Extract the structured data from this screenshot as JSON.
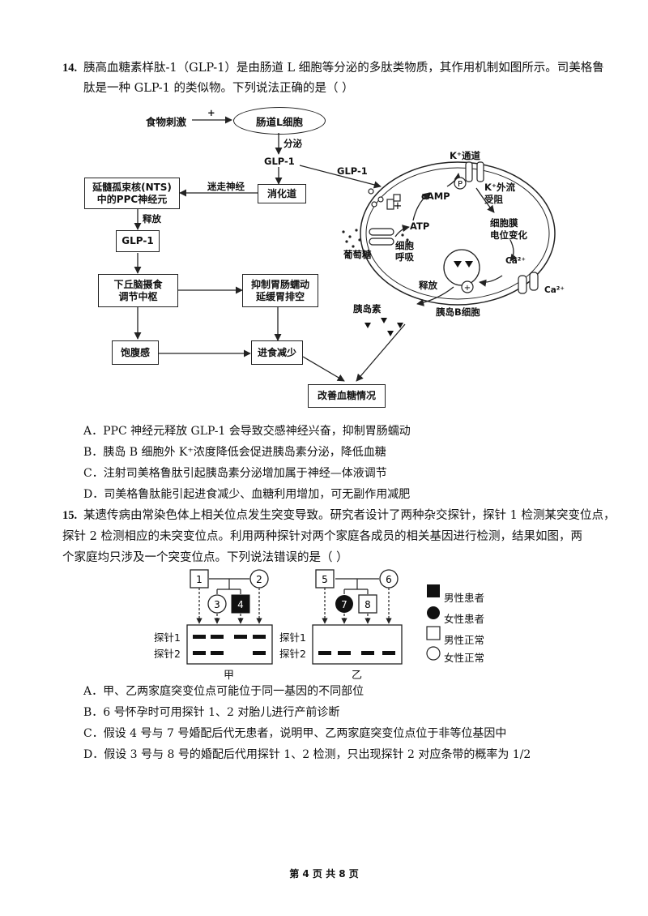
{
  "q14": {
    "number": "14.",
    "stem_line1": "胰高血糖素样肽-1（GLP-1）是由肠道 L 细胞等分泌的多肽类物质，其作用机制如图所示。司美格鲁",
    "stem_line2": "肽是一种 GLP-1 的类似物。下列说法正确的是（        ）",
    "diagram": {
      "food_stimulus": "食物刺激",
      "plus": "+",
      "l_cell": "肠道L细胞",
      "secrete": "分泌",
      "glp1": "GLP-1",
      "vagus": "迷走神经",
      "digestive_tract": "消化道",
      "nts_line1": "延髓孤束核(NTS)",
      "nts_line2": "中的PPC神经元",
      "release": "释放",
      "glp1_box": "GLP-1",
      "hypothalamus_line1": "下丘脑摄食",
      "hypothalamus_line2": "调节中枢",
      "inhibit_line1": "抑制胃肠蠕动",
      "inhibit_line2": "延缓胃排空",
      "satiety": "饱腹感",
      "reduced_intake": "进食减少",
      "improve": "改善血糖情况",
      "glp1_right": "GLP-1",
      "k_channel": "K⁺通道",
      "p": "P",
      "camp": "cAMP",
      "k_efflux_line1": "K⁺外流",
      "k_efflux_line2": "受阻",
      "atp": "ATP",
      "membrane_line1": "细胞膜",
      "membrane_line2": "电位变化",
      "resp_line1": "细胞",
      "resp_line2": "呼吸",
      "glucose": "葡萄糖",
      "ca1": "Ca²⁺",
      "ca2": "Ca²⁺",
      "release2": "释放",
      "insulin": "胰岛素",
      "b_cell": "胰岛B细胞"
    },
    "options": [
      "A．PPC 神经元释放 GLP-1 会导致交感神经兴奋，抑制胃肠蠕动",
      "B．胰岛 B 细胞外 K⁺浓度降低会促进胰岛素分泌，降低血糖",
      "C．注射司美格鲁肽引起胰岛素分泌增加属于神经—体液调节",
      "D．司美格鲁肽能引起进食减少、血糖利用增加，可无副作用减肥"
    ]
  },
  "q15": {
    "number": "15.",
    "stem_line1": "某遗传病由常染色体上相关位点发生突变导致。研究者设计了两种杂交探针，探针 1 检测某突变位点，",
    "stem_line2": "探针 2 检测相应的未突变位点。利用两种探针对两个家庭各成员的相关基因进行检测，结果如图，两",
    "stem_line3": "个家庭均只涉及一个突变位点。下列说法错误的是（        ）",
    "diagram": {
      "p1": "1",
      "p2": "2",
      "p3": "3",
      "p4": "4",
      "p5": "5",
      "p6": "6",
      "p7": "7",
      "p8": "8",
      "probe1": "探针1",
      "probe2": "探针2",
      "family_a": "甲",
      "family_b": "乙",
      "legend_male_patient": "男性患者",
      "legend_female_patient": "女性患者",
      "legend_male_normal": "男性正常",
      "legend_female_normal": "女性正常"
    },
    "options": [
      "A．甲、乙两家庭突变位点可能位于同一基因的不同部位",
      "B．6 号怀孕时可用探针 1、2 对胎儿进行产前诊断",
      "C．假设 4 号与 7 号婚配后代无患者，说明甲、乙两家庭突变位点位于非等位基因中",
      "D．假设 3 号与 8 号的婚配后代用探针 1、2 检测，只出现探针 2 对应条带的概率为 1/2"
    ]
  },
  "footer": "第 4 页 共 8 页"
}
